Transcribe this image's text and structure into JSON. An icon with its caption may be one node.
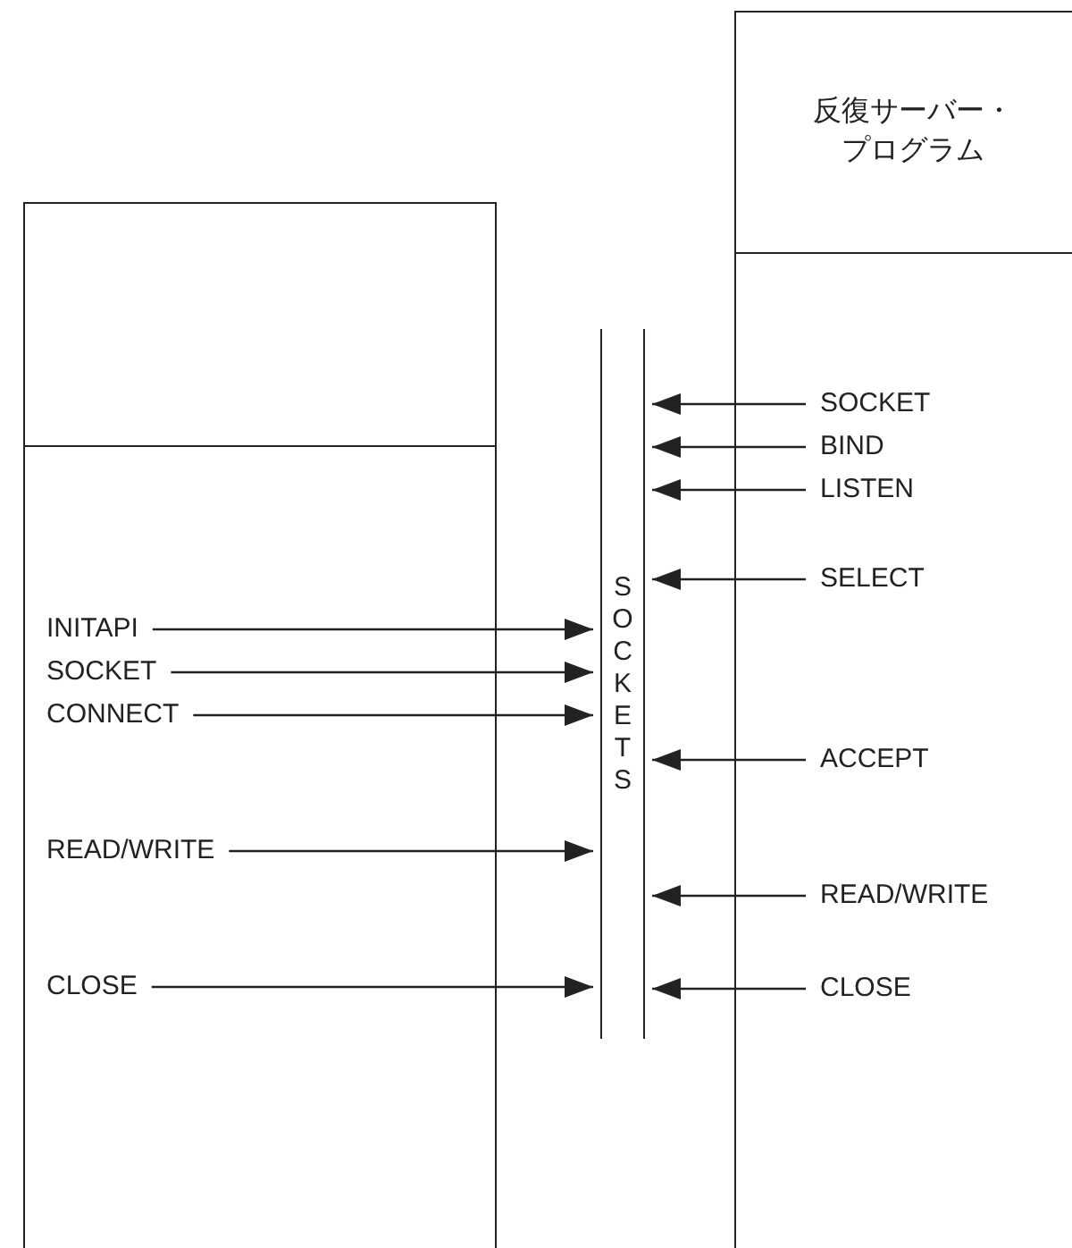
{
  "diagram": {
    "nodes": [
      {
        "text": [],
        "shape": "box"
      },
      {
        "text": [],
        "shape": "box"
      },
      {
        "text": [
          "反復サーバー・プログラム"
        ]
      },
      {
        "text": [],
        "shape": "box"
      },
      {
        "text": [
          "SOCKETS"
        ]
      },
      {
        "text": [
          "INITAPI"
        ],
        "in": 1
      },
      {
        "text": [
          "SOCKET"
        ],
        "in": 1
      },
      {
        "text": [
          "CONNECT"
        ],
        "in": 1
      },
      {
        "text": [
          "READ/WRITE"
        ],
        "in": 1
      },
      {
        "text": [
          "CLOSE"
        ],
        "in": 1
      },
      {
        "text": [
          "SOCKET"
        ],
        "in": 3
      },
      {
        "text": [
          "BIND"
        ],
        "in": 3
      },
      {
        "text": [
          "LISTEN"
        ],
        "in": 3
      },
      {
        "text": [
          "SELECT"
        ],
        "in": 3
      },
      {
        "text": [
          "ACCEPT"
        ],
        "in": 3
      },
      {
        "text": [
          "READ/WRITE"
        ],
        "in": 3
      },
      {
        "text": [
          "CLOSE"
        ],
        "in": 3
      }
    ],
    "edges": [
      {
        "from": 5,
        "to": 4,
        "arrow": "to"
      },
      {
        "from": 6,
        "to": 4,
        "arrow": "to"
      },
      {
        "from": 7,
        "to": 4,
        "arrow": "to"
      },
      {
        "from": 8,
        "to": 4,
        "arrow": "to"
      },
      {
        "from": 9,
        "to": 4,
        "arrow": "to"
      },
      {
        "from": 10,
        "to": 4,
        "arrow": "to"
      },
      {
        "from": 11,
        "to": 4,
        "arrow": "to"
      },
      {
        "from": 12,
        "to": 4,
        "arrow": "to"
      },
      {
        "from": 13,
        "to": 4,
        "arrow": "to"
      },
      {
        "from": 14,
        "to": 4,
        "arrow": "to"
      },
      {
        "from": 15,
        "to": 4,
        "arrow": "to"
      },
      {
        "from": 16,
        "to": 4,
        "arrow": "to"
      }
    ]
  }
}
